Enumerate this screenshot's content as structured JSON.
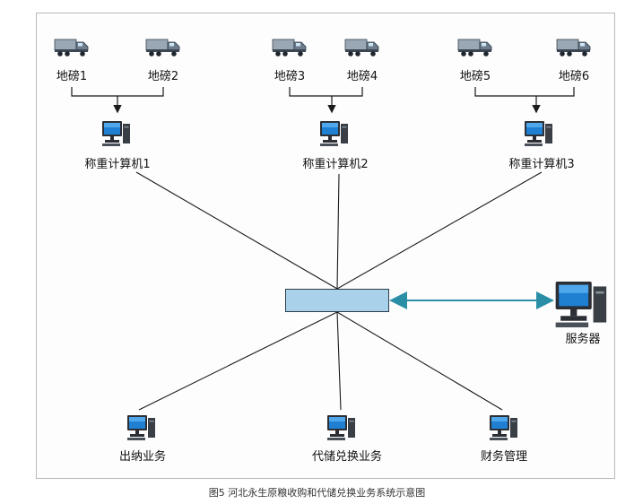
{
  "scales": [
    "地磅1",
    "地磅2",
    "地磅3",
    "地磅4",
    "地磅5",
    "地磅6"
  ],
  "computers": [
    "称重计算机1",
    "称重计算机2",
    "称重计算机3"
  ],
  "server": "服务器",
  "services": [
    "出纳业务",
    "代储兑换业务",
    "财务管理"
  ],
  "caption": "图5 河北永生原粮收购和代储兑换业务系统示意图",
  "colors": {
    "switch": "#a9d2ea",
    "link": "#2a8fa6",
    "line": "#1a1a1a"
  },
  "icons": {
    "scale": "truck-icon",
    "computer": "computer-icon",
    "server": "server-icon",
    "hub": "network-switch"
  }
}
